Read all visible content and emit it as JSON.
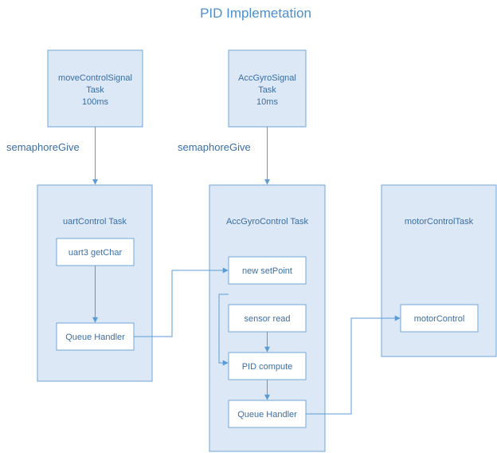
{
  "title": "PID Implemetation",
  "top_tasks": [
    {
      "lines": [
        "moveControlSignal",
        "Task",
        "100ms"
      ]
    },
    {
      "lines": [
        "AccGyroSignal",
        "Task",
        "10ms"
      ]
    }
  ],
  "semaphore_labels": [
    "semaphoreGive",
    "semaphoreGive"
  ],
  "containers": [
    {
      "title": "uartControl Task",
      "items": [
        "uart3 getChar",
        "Queue Handler"
      ]
    },
    {
      "title": "AccGyroControl Task",
      "items": [
        "new setPoint",
        "sensor read",
        "PID compute",
        "Queue Handler"
      ]
    },
    {
      "title": "motorControlTask",
      "items": [
        "motorControl"
      ]
    }
  ],
  "colors": {
    "box_fill": "#dce8f5",
    "box_stroke": "#6fa6d8",
    "inner_fill": "#ffffff",
    "line": "#5b9bd5",
    "text": "#3a6ea5"
  }
}
